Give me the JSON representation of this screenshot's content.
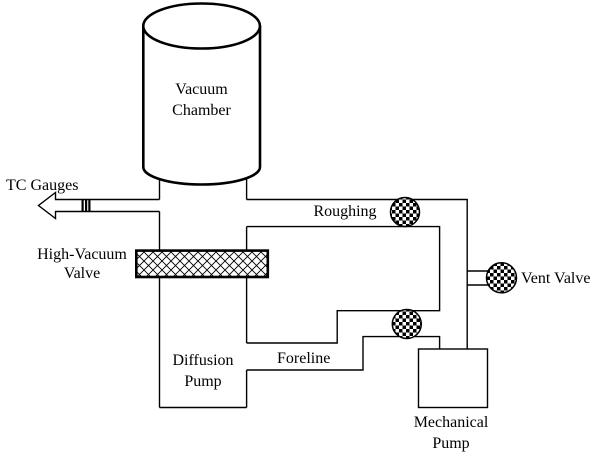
{
  "diagram": {
    "type": "vacuum-system-schematic",
    "background_color": "#ffffff",
    "line_color": "#000000",
    "labels": {
      "vacuum_chamber": "Vacuum Chamber",
      "tc_gauges": "TC Gauges",
      "high_vacuum_valve": "High-Vacuum Valve",
      "roughing": "Roughing",
      "vent_valve": "Vent Valve",
      "foreline": "Foreline",
      "diffusion_pump": "Diffusion Pump",
      "mechanical_pump": "Mechanical Pump"
    },
    "icons": {
      "roughing_valve": "checkered-ball-valve",
      "foreline_valve": "checkered-ball-valve",
      "vent_valve": "checkered-ball-valve",
      "high_vacuum_valve": "crosshatched-gate-valve",
      "tc_gauges_pointer": "open-left-arrow",
      "tc_feedthrough": "striped-segment"
    }
  }
}
